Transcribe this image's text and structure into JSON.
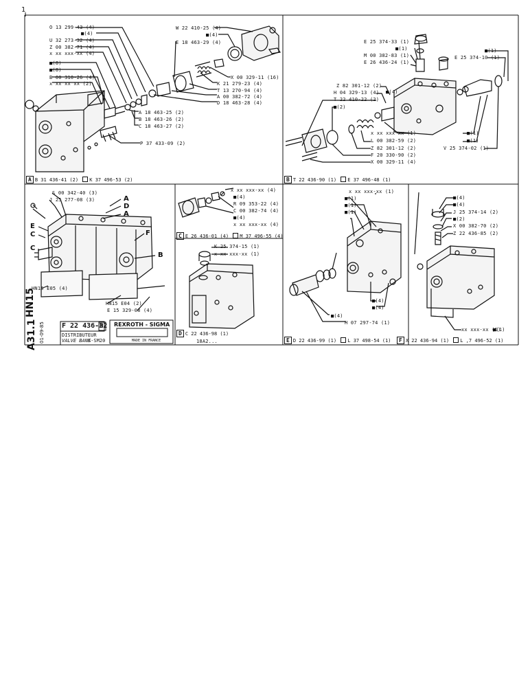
{
  "sheet": {
    "corner_mark": "1",
    "side_code_1": "HN15",
    "side_code_2": "A31.1",
    "side_date": "01-09-85"
  },
  "panel_a": {
    "letter": "A",
    "caption": "B 31 436-41 (2)",
    "caption_alt": "K 37 496-53 (2)",
    "labels": [
      "O 13 299-43 (4)",
      "■(4)",
      "U 32 273-32 (4)",
      "Z 00 382-71 (4)",
      "x xx xxx-xx (4)",
      "■(8)",
      "■(8)",
      "B 00 310-26 (4)",
      "x xx xx xx (2)",
      "W 22 410-25 (4)",
      "■(4)",
      "E 18 463-29 (4)",
      "X 00 329-11 (16)",
      "K 21 279-23 (4)",
      "T 13 270-94 (4)",
      "A 00 382-72 (4)",
      "D 18 463-28 (4)",
      "A 18 463-25 (2)",
      "B 18 463-26 (2)",
      "C 18 463-27 (2)",
      "P 37 433-09 (2)"
    ]
  },
  "panel_b": {
    "letter": "B",
    "caption": "T 22 436-90 (1)",
    "caption_alt": "E 37 496-48 (1)",
    "labels": [
      "E 25 374-33 (1)",
      "■(1)",
      "M 00 382-83 (1)",
      "E 26 436-24 (1)",
      "■(1)",
      "E 25 374-10 (1)",
      "Z 82 301-12 (2)",
      "H 04 329-13 (4)",
      "■(4)",
      "T 22 410-22 (2)",
      "■(2)",
      "x xx xxx-xx (1)",
      "L 00 382-59 (2)",
      "Z 82 301-12 (2)",
      "F 20 330-90 (2)",
      "X 00 329-11 (4)",
      "■(1)",
      "■(1)",
      "V 25 374-02 (1)"
    ]
  },
  "panel_assembly": {
    "labels": [
      "S 00 342-40 (3)",
      "J 25 277-08 (3)",
      "HN15 E05 (4)",
      "HN15 E04 (2)",
      "E 15 329-08 (4)"
    ],
    "callouts": [
      "A",
      "D",
      "A",
      "E",
      "C",
      "C",
      "F",
      "B"
    ]
  },
  "panel_c": {
    "letter": "C",
    "caption": "E 26 436-01 (4)",
    "caption_alt": "M 37 496-55 (4)",
    "labels": [
      "x xx xxx-xx (4)",
      "■(4)",
      "R 09 353-22 (4)",
      "C 00 382-74 (4)",
      "■(4)",
      "x xx xxx-xx (4)"
    ]
  },
  "panel_d": {
    "letter": "D",
    "caption": "C 22 436-98 (1)",
    "labels": [
      "K 25 374-15 (1)",
      "x xx xxx-xx (1)"
    ],
    "footer": "18A2..."
  },
  "panel_e": {
    "letter": "E",
    "caption": "D 22 436-99 (1)",
    "caption_alt": "L 37 498-54 (1)",
    "labels": [
      "x xx xxx-xx (1)",
      "■(1)",
      "■(1)",
      "■(1)",
      "■(4)",
      "■(4)",
      "■(4)",
      "H 07 297-74 (1)"
    ]
  },
  "panel_f": {
    "letter": "F",
    "caption": "X 22 436-94 (1)",
    "caption_alt": "L  ,7 496-52 (1)",
    "labels": [
      "■(4)",
      "■(4)",
      "J 25 374-14 (2)",
      "■(2)",
      "X 00 382-70 (2)",
      "Z 22 436-85 (2)",
      "xx xxx-xx (1)",
      "■(1)"
    ]
  },
  "title_block": {
    "part_no": "F 22 436-32",
    "rev": "H",
    "name_fr": "DISTRIBUTEUR",
    "name_en": "VALVE BANK",
    "model": "S-SM20",
    "brand": "REXROTH - SIGMA",
    "made_in": "MADE IN FRANCE"
  }
}
